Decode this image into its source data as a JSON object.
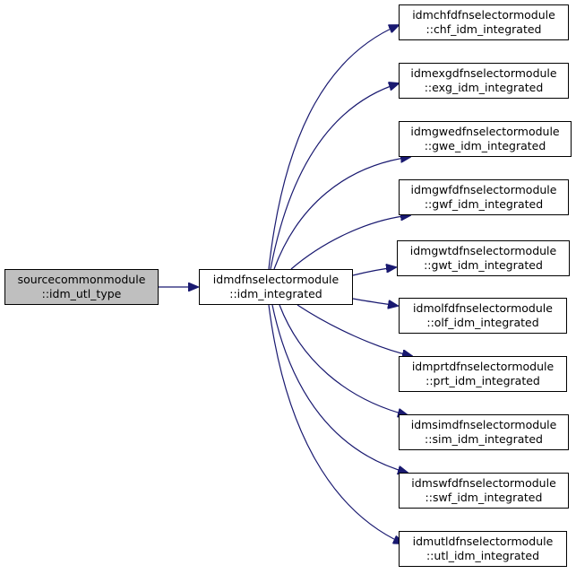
{
  "colors": {
    "edge": "#191970",
    "root_fill": "#bfbfbf",
    "node_fill": "#ffffff",
    "border": "#000000"
  },
  "nodes": {
    "root": {
      "line1": "sourcecommonmodule",
      "line2": "::idm_utl_type"
    },
    "center": {
      "line1": "idmdfnselectormodule",
      "line2": "::idm_integrated"
    },
    "targets": [
      {
        "line1": "idmchfdfnselectormodule",
        "line2": "::chf_idm_integrated"
      },
      {
        "line1": "idmexgdfnselectormodule",
        "line2": "::exg_idm_integrated"
      },
      {
        "line1": "idmgwedfnselectormodule",
        "line2": "::gwe_idm_integrated"
      },
      {
        "line1": "idmgwfdfnselectormodule",
        "line2": "::gwf_idm_integrated"
      },
      {
        "line1": "idmgwtdfnselectormodule",
        "line2": "::gwt_idm_integrated"
      },
      {
        "line1": "idmolfdfnselectormodule",
        "line2": "::olf_idm_integrated"
      },
      {
        "line1": "idmprtdfnselectormodule",
        "line2": "::prt_idm_integrated"
      },
      {
        "line1": "idmsimdfnselectormodule",
        "line2": "::sim_idm_integrated"
      },
      {
        "line1": "idmswfdfnselectormodule",
        "line2": "::swf_idm_integrated"
      },
      {
        "line1": "idmutldfnselectormodule",
        "line2": "::utl_idm_integrated"
      }
    ]
  }
}
